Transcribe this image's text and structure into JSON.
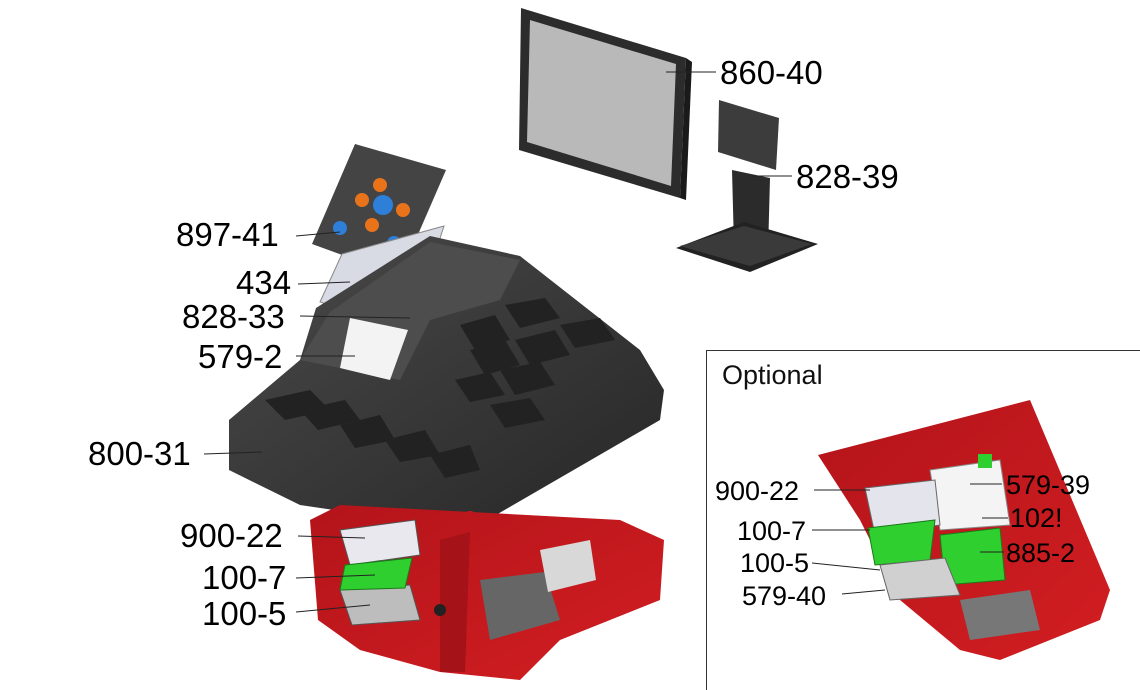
{
  "main_labels": {
    "monitor": "860-40",
    "monitor_stand": "828-39",
    "keypad_overlay": "897-41",
    "plate": "434",
    "bracket": "828-33",
    "keypad_board": "579-2",
    "console_housing": "800-31",
    "power_supply": "900-22",
    "control_board": "100-7",
    "base_board": "100-5"
  },
  "inset": {
    "title": "Optional",
    "labels": {
      "power_supply": "900-22",
      "control_board": "100-7",
      "base_board": "100-5",
      "mount_plate": "579-40",
      "module_box": "579-39",
      "relay": "102!",
      "relay_board": "885-2"
    }
  },
  "colors": {
    "housing_red": "#c8171b",
    "housing_dark": "#3a3a3a",
    "pcb_green": "#2fcf2f",
    "screen_gray": "#b9b9b9"
  }
}
